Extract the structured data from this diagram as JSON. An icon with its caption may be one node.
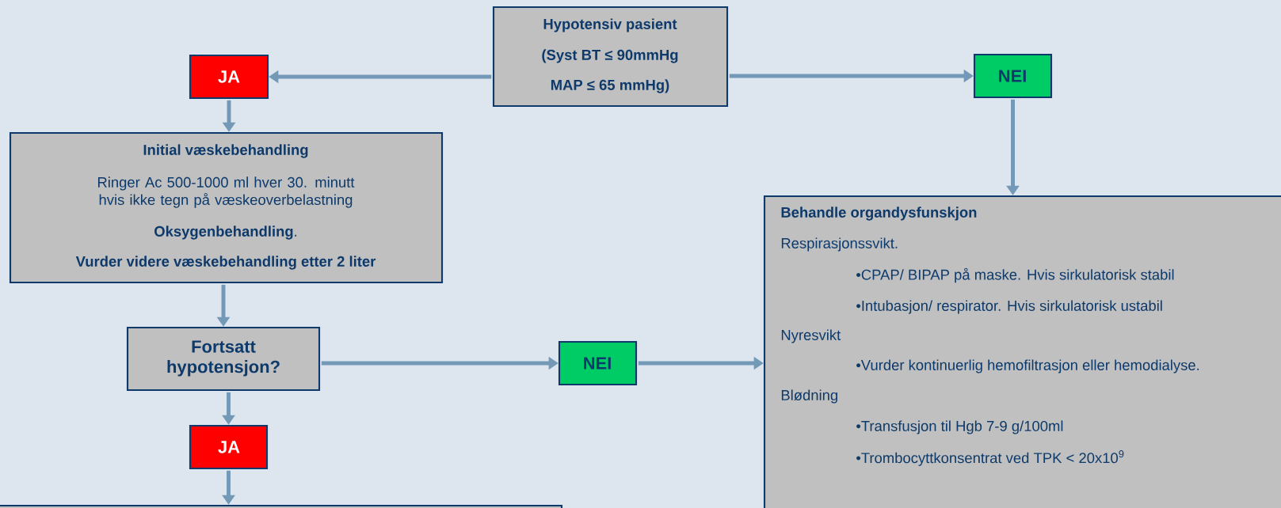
{
  "diagram": {
    "nodes": [
      {
        "text": [
          "Hypotensiv pasient",
          "(Syst BT ≤ 90mmHg",
          "MAP ≤ 65 mmHg)"
        ]
      },
      {
        "text": [
          "JA"
        ]
      },
      {
        "text": [
          "NEI"
        ]
      },
      {
        "text": [
          "Initial væskebehandling",
          "Ringer Ac 500-1000 ml hver 30. minutt hvis ikke tegn på væskeoverbelastning",
          "**Oksygenbehandling**.",
          "Vurder videre væskebehandling etter 2 liter"
        ]
      },
      {
        "text": [
          "Behandle organdysfunskjon",
          "Respirasjonssvikt.",
          "•CPAP/ BIPAP på maske. Hvis sirkulatorisk stabil",
          "•Intubasjon/ respirator. Hvis sirkulatorisk ustabil",
          "Nyresvikt",
          "•Vurder kontinuerlig hemofiltrasjon eller hemodialyse.",
          "Blødning",
          "•Transfusjon til Hgb 7-9 g/100ml",
          "•Trombocyttkonsentrat ved TPK < 20x10$^{9}$"
        ]
      },
      {
        "text": [
          "Fortsatt hypotensjon?"
        ]
      },
      {
        "text": [
          "NEI"
        ]
      },
      {
        "text": [
          "JA"
        ]
      },
      {
        "text": [],
        "shape": "box"
      }
    ],
    "edges": [
      {
        "from": 0,
        "to": 1,
        "arrow": "to"
      },
      {
        "from": 0,
        "to": 2,
        "arrow": "to"
      },
      {
        "from": 1,
        "to": 3,
        "arrow": "to"
      },
      {
        "from": 2,
        "to": 4,
        "arrow": "to"
      },
      {
        "from": 3,
        "to": 5,
        "arrow": "to"
      },
      {
        "from": 5,
        "to": 6,
        "arrow": "to"
      },
      {
        "from": 6,
        "to": 4,
        "arrow": "to"
      },
      {
        "from": 5,
        "to": 7,
        "arrow": "to"
      },
      {
        "from": 7,
        "to": 8,
        "arrow": "to"
      }
    ]
  }
}
